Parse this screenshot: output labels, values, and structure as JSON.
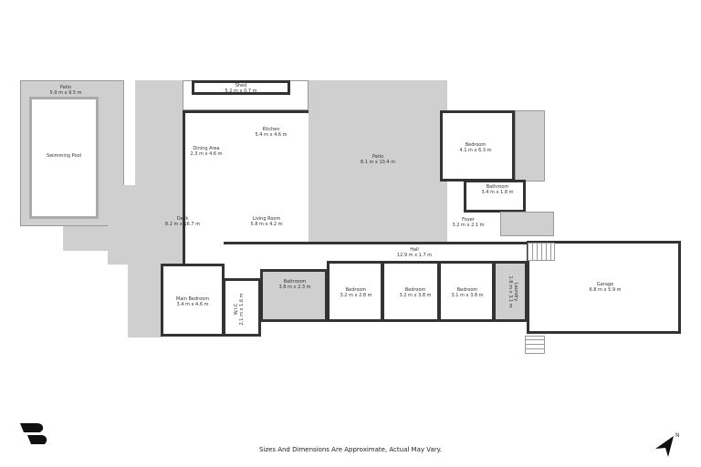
{
  "rooms": {
    "patio_left": {
      "name": "Patio",
      "size": "5.9 m x 9.5 m"
    },
    "pool": {
      "name": "Swimming Pool"
    },
    "shed": {
      "name": "Shed",
      "size": "5.2 m x 0.7 m"
    },
    "kitchen": {
      "name": "Kitchen",
      "size": "5.4 m x 4.6 m"
    },
    "dining": {
      "name": "Dining Area",
      "size": "2.3 m x 4.6 m"
    },
    "deck": {
      "name": "Deck",
      "size": "8.2 m x 16.7 m"
    },
    "living": {
      "name": "Living Room",
      "size": "5.8 m x 4.2 m"
    },
    "patio_center": {
      "name": "Patio",
      "size": "8.1 m x 10.4 m"
    },
    "bedroom_ne": {
      "name": "Bedroom",
      "size": "4.1 m x 6.3 m"
    },
    "bathroom_ne": {
      "name": "Bathroom",
      "size": "3.4 m x 1.8 m"
    },
    "foyer": {
      "name": "Foyer",
      "size": "3.2 m x 2.1 m"
    },
    "hall": {
      "name": "Hall",
      "size": "12.9 m x 1.7 m"
    },
    "garage": {
      "name": "Garage",
      "size": "6.8 m x 5.9 m"
    },
    "main_bedroom": {
      "name": "Main Bedroom",
      "size": "3.4 m x 4.6 m"
    },
    "wic": {
      "name": "W.I.C",
      "size": "2.1 m x 1.6 m"
    },
    "bathroom_s": {
      "name": "Bathroom",
      "size": "3.8 m x 2.3 m"
    },
    "bedroom_1": {
      "name": "Bedroom",
      "size": "3.2 m x 2.8 m"
    },
    "bedroom_2": {
      "name": "Bedroom",
      "size": "3.2 m x 3.8 m"
    },
    "bedroom_3": {
      "name": "Bedroom",
      "size": "3.1 m x 3.8 m"
    },
    "laundry": {
      "name": "Laundry",
      "size": "1.8 m x 3.1 m"
    }
  },
  "footer": {
    "disclaimer": "Sizes And Dimensions Are Approximate, Actual May Vary.",
    "compass": "N"
  },
  "colors": {
    "outdoor": "#cfcfcf",
    "wall": "#333333",
    "indoor": "#ffffff"
  },
  "icons": {
    "logo": "brand-logo",
    "compass": "north-arrow-icon"
  }
}
